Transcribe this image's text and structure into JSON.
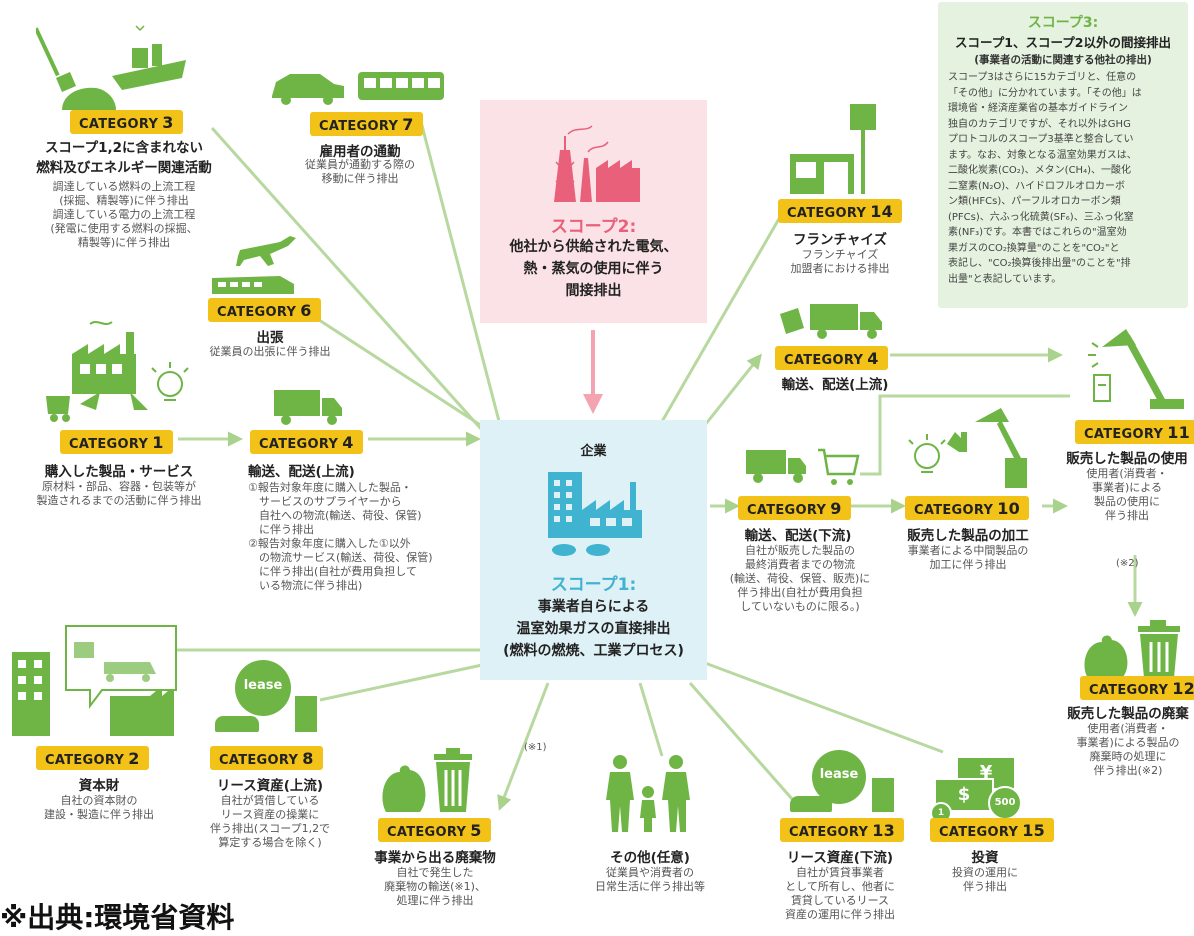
{
  "scope3": {
    "title": "スコープ3:",
    "heading": "スコープ1、スコープ2以外の間接排出",
    "subheading": "(事業者の活動に関連する他社の排出)",
    "body": "スコープ3はさらに15カテゴリと、任意の\n「その他」に分かれています。「その他」は\n環境省・経済産業省の基本ガイドライン\n独自のカテゴリですが、それ以外はGHG\nプロトコルのスコープ3基準と整合してい\nます。なお、対象となる温室効果ガスは、\n二酸化炭素(CO₂)、メタン(CH₄)、一酸化\n二窒素(N₂O)、ハイドロフルオロカーボ\nン類(HFCs)、パーフルオロカーボン類\n(PFCs)、六ふっ化硫黄(SF₆)、三ふっ化窒\n素(NF₃)です。本書ではこれらの\"温室効\n果ガスのCO₂換算量\"のことを\"CO₂\"と\n表記し、\"CO₂換算後排出量\"のことを\"排\n出量\"と表記しています。"
  },
  "scope2": {
    "title": "スコープ2:",
    "desc": "他社から供給された電気、\n熱・蒸気の使用に伴う\n間接排出"
  },
  "scope1": {
    "company_label": "企業",
    "title": "スコープ1:",
    "desc": "事業者自らによる\n温室効果ガスの直接排出\n(燃料の燃焼、工業プロセス)"
  },
  "badge_word": "CATEGORY",
  "categories": {
    "c1": {
      "num": "1",
      "title": "購入した製品・サービス",
      "desc": "原材料・部品、容器・包装等が\n製造されるまでの活動に伴う排出"
    },
    "c2": {
      "num": "2",
      "title": "資本財",
      "desc": "自社の資本財の\n建設・製造に伴う排出"
    },
    "c3": {
      "num": "3",
      "title": "スコープ1,2に含まれない\n燃料及びエネルギー関連活動",
      "desc": "調達している燃料の上流工程\n(採掘、精製等)に伴う排出\n調達している電力の上流工程\n(発電に使用する燃料の採掘、\n精製等)に伴う排出"
    },
    "c4a": {
      "num": "4",
      "title": "輸送、配送(上流)",
      "desc": "①報告対象年度に購入した製品・\n　サービスのサプライヤーから\n　自社への物流(輸送、荷役、保管)\n　に伴う排出\n②報告対象年度に購入した①以外\n　の物流サービス(輸送、荷役、保管)\n　に伴う排出(自社が費用負担して\n　いる物流に伴う排出)"
    },
    "c4b": {
      "num": "4",
      "title": "輸送、配送(上流)"
    },
    "c5": {
      "num": "5",
      "title": "事業から出る廃棄物",
      "desc": "自社で発生した\n廃棄物の輸送(※1)、\n処理に伴う排出"
    },
    "c6": {
      "num": "6",
      "title": "出張",
      "desc": "従業員の出張に伴う排出"
    },
    "c7": {
      "num": "7",
      "title": "雇用者の通勤",
      "desc": "従業員が通勤する際の\n移動に伴う排出"
    },
    "c8": {
      "num": "8",
      "title": "リース資産(上流)",
      "desc": "自社が賃借している\nリース資産の操業に\n伴う排出(スコープ1,2で\n算定する場合を除く)"
    },
    "c9": {
      "num": "9",
      "title": "輸送、配送(下流)",
      "desc": "自社が販売した製品の\n最終消費者までの物流\n(輸送、荷役、保管、販売)に\n伴う排出(自社が費用負担\nしていないものに限る。)"
    },
    "c10": {
      "num": "10",
      "title": "販売した製品の加工",
      "desc": "事業者による中間製品の\n加工に伴う排出"
    },
    "c11": {
      "num": "11",
      "title": "販売した製品の使用",
      "desc": "使用者(消費者・\n事業者)による\n製品の使用に\n伴う排出"
    },
    "c12": {
      "num": "12",
      "title": "販売した製品の廃棄",
      "desc": "使用者(消費者・\n事業者)による製品の\n廃棄時の処理に\n伴う排出(※2)"
    },
    "c13": {
      "num": "13",
      "title": "リース資産(下流)",
      "desc": "自社が賃貸事業者\nとして所有し、他者に\n賃貸しているリース\n資産の運用に伴う排出"
    },
    "c14": {
      "num": "14",
      "title": "フランチャイズ",
      "desc": "フランチャイズ\n加盟者における排出"
    },
    "c15": {
      "num": "15",
      "title": "投資",
      "desc": "投資の運用に\n伴う排出"
    }
  },
  "other": {
    "title": "その他(任意)",
    "desc": "従業員や消費者の\n日常生活に伴う排出等"
  },
  "notes": {
    "n1": "(※1)",
    "n2": "(※2)"
  },
  "icons": {
    "lease1": "lease",
    "lease2": "lease",
    "yen": "¥",
    "dollar": "$",
    "coin500": "500",
    "coin1": "1"
  },
  "source_note": "※出典:環境省資料",
  "colors": {
    "green": "#6fb545",
    "line": "#b7d89f",
    "yellow": "#f3c218",
    "pink": "#e9607a",
    "cyan": "#3fb3d0"
  }
}
